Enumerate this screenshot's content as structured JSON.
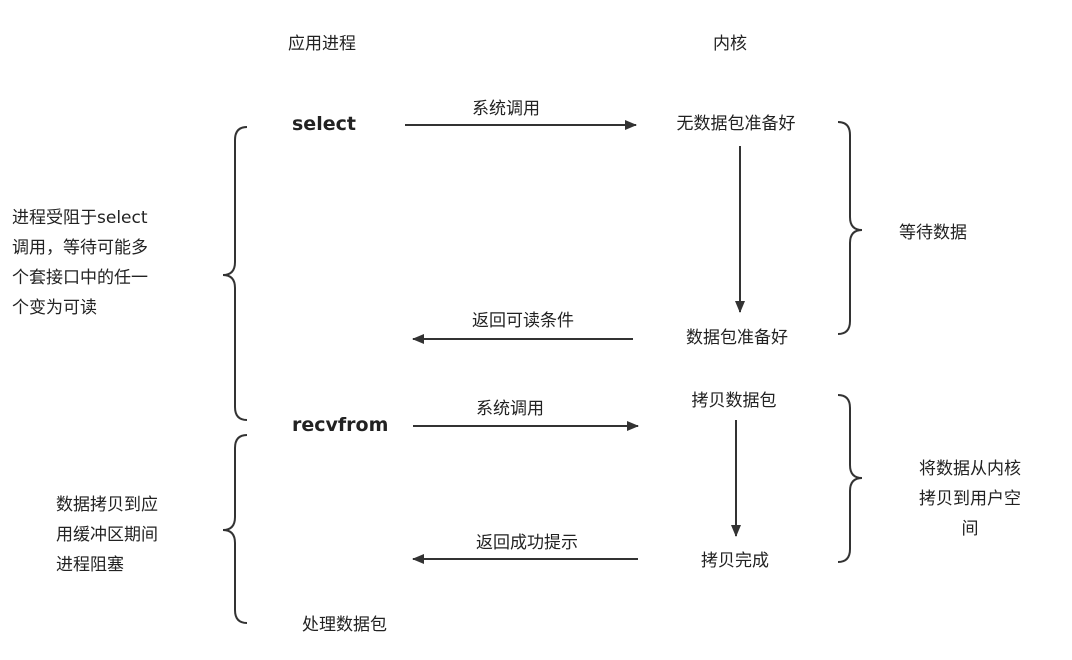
{
  "columns": {
    "app": "应用进程",
    "kernel": "内核"
  },
  "app_steps": {
    "select": "select",
    "recvfrom": "recvfrom",
    "process": "处理数据包"
  },
  "kernel_steps": {
    "no_packet": "无数据包准备好",
    "packet_ready": "数据包准备好",
    "copy_packet": "拷贝数据包",
    "copy_done": "拷贝完成"
  },
  "arrows": {
    "syscall_1": "系统调用",
    "return_readable": "返回可读条件",
    "syscall_2": "系统调用",
    "return_success": "返回成功提示"
  },
  "notes": {
    "select_blocked": [
      "进程受阻于select",
      "调用，等待可能多",
      "个套接口中的任一",
      "个变为可读"
    ],
    "copy_blocked": [
      "数据拷贝到应",
      "用缓冲区期间",
      "进程阻塞"
    ],
    "wait_data": "等待数据",
    "copy_to_user": [
      "将数据从内核",
      "拷贝到用户空间"
    ]
  },
  "colors": {
    "line": "#333333",
    "text": "#222222"
  }
}
